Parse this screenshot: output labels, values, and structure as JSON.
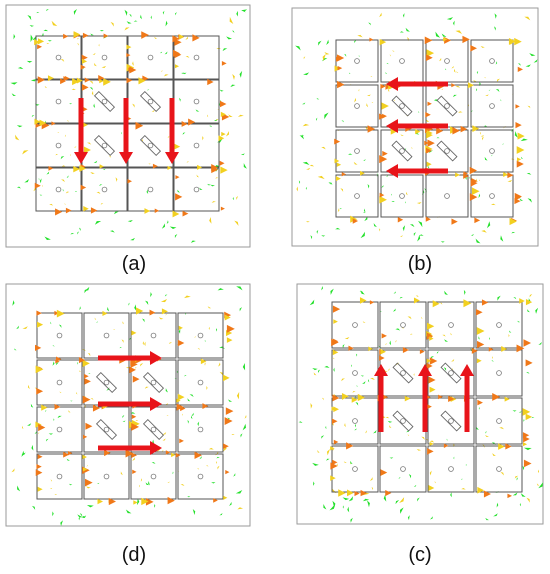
{
  "panels": [
    {
      "id": "a",
      "label": "(a)",
      "arrow_direction": "down",
      "arrow_count": 3
    },
    {
      "id": "b",
      "label": "(b)",
      "arrow_direction": "left",
      "arrow_count": 3
    },
    {
      "id": "d",
      "label": "(d)",
      "arrow_direction": "right",
      "arrow_count": 3
    },
    {
      "id": "c",
      "label": "(c)",
      "arrow_direction": "up",
      "arrow_count": 3
    }
  ],
  "grid": {
    "rows": 4,
    "cols": 4
  },
  "colors": {
    "main_arrow": "#e8141a",
    "high": "#f07818",
    "mid": "#f2d020",
    "low": "#22e02a",
    "grid_line": "#555555"
  }
}
